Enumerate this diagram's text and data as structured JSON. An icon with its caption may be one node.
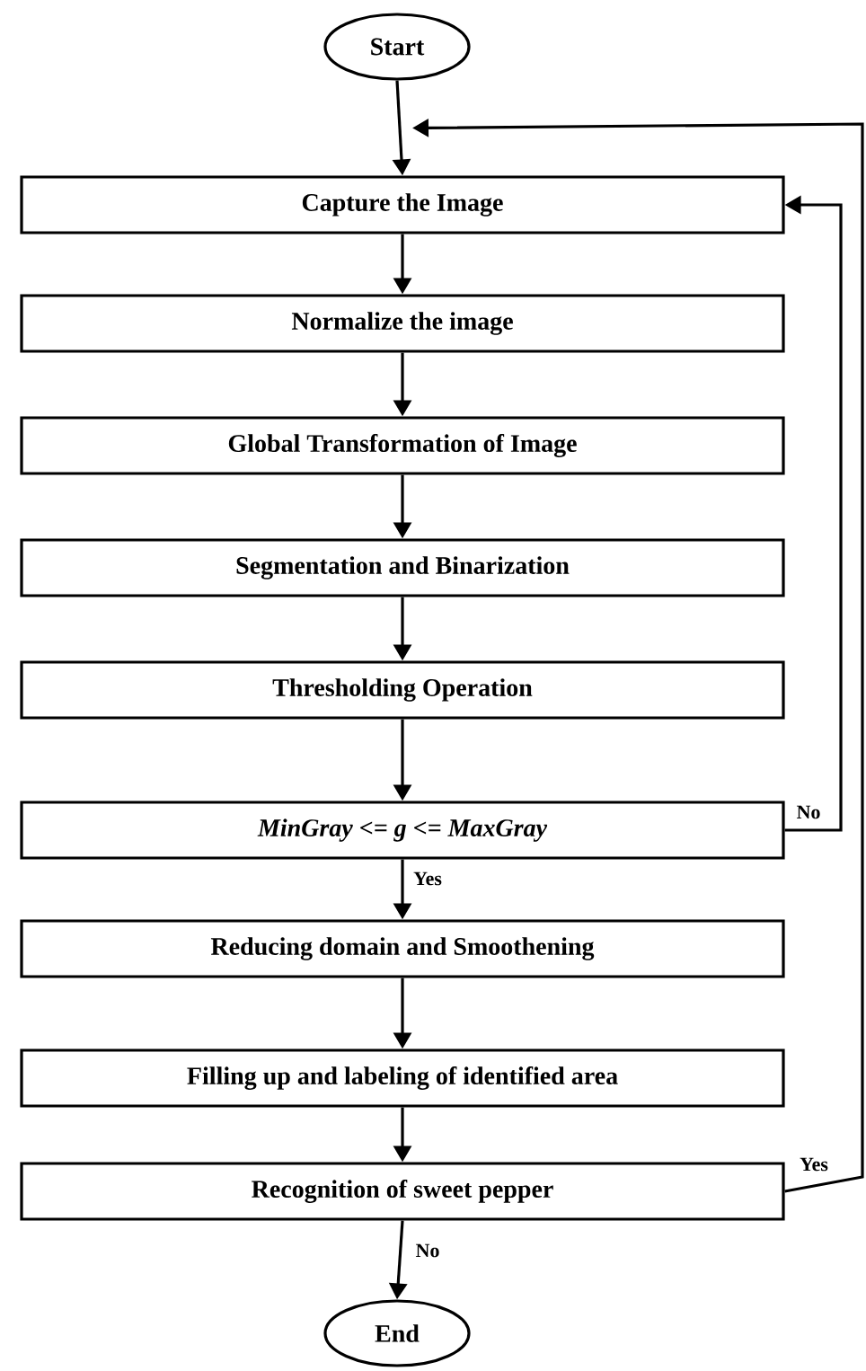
{
  "diagram": {
    "nodes": [
      {
        "text": [
          "Start"
        ]
      },
      {
        "text": [
          "Capture the Image"
        ]
      },
      {
        "text": [
          "Normalize the image"
        ]
      },
      {
        "text": [
          "Global Transformation of Image"
        ]
      },
      {
        "text": [
          "Segmentation and Binarization"
        ]
      },
      {
        "text": [
          "Thresholding Operation"
        ]
      },
      {
        "text": [
          "MinGray <= g <= MaxGray"
        ]
      },
      {
        "text": [
          "Reducing domain and Smoothening"
        ]
      },
      {
        "text": [
          "Filling up and labeling of identified area"
        ]
      },
      {
        "text": [
          "Recognition of sweet pepper"
        ]
      },
      {
        "text": [
          "End"
        ]
      }
    ],
    "edges": [
      {
        "from": 0,
        "to": 1,
        "arrow": "to"
      },
      {
        "from": 1,
        "to": 2,
        "arrow": "to"
      },
      {
        "from": 2,
        "to": 3,
        "arrow": "to"
      },
      {
        "from": 3,
        "to": 4,
        "arrow": "to"
      },
      {
        "from": 4,
        "to": 5,
        "arrow": "to"
      },
      {
        "from": 5,
        "to": 6,
        "arrow": "to"
      },
      {
        "from": 6,
        "to": 1,
        "arrow": "to",
        "label": "No"
      },
      {
        "from": 6,
        "to": 7,
        "arrow": "to",
        "label": "Yes"
      },
      {
        "from": 7,
        "to": 8,
        "arrow": "to"
      },
      {
        "from": 8,
        "to": 9,
        "arrow": "to"
      },
      {
        "from": 9,
        "to": 1,
        "arrow": "to",
        "label": "Yes"
      },
      {
        "from": 9,
        "to": 10,
        "arrow": "to",
        "label": "No"
      }
    ]
  }
}
